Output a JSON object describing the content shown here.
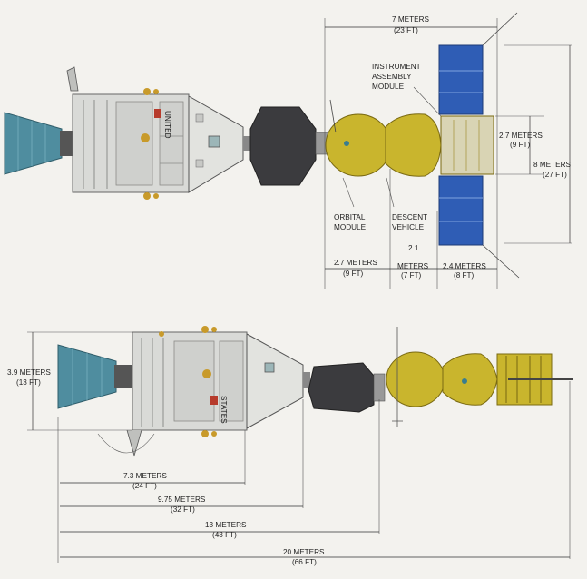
{
  "labels": {
    "top_total_width_m": "7 METERS",
    "top_total_width_ft": "(23 FT)",
    "instrument_line1": "INSTRUMENT",
    "instrument_line2": "ASSEMBLY",
    "instrument_line3": "MODULE",
    "body_dia_m": "2.7 METERS",
    "body_dia_ft": "(9 FT)",
    "span_m": "8 METERS",
    "span_ft": "(27 FT)",
    "orbital_line1": "ORBITAL",
    "orbital_line2": "MODULE",
    "descent_line1": "DESCENT",
    "descent_line2": "VEHICLE",
    "seg1_m": "2.7 METERS",
    "seg1_ft": "(9 FT)",
    "seg2_m1": "2.1",
    "seg2_m2": "METERS",
    "seg2_ft": "(7 FT)",
    "seg3_m": "2.4 METERS",
    "seg3_ft": "(8 FT)",
    "apollo_dia_m": "3.9 METERS",
    "apollo_dia_ft": "(13 FT)",
    "len1_m": "7.3 METERS",
    "len1_ft": "(24 FT)",
    "len2_m": "9.75 METERS",
    "len2_ft": "(32 FT)",
    "len3_m": "13 METERS",
    "len3_ft": "(43 FT)",
    "len4_m": "20 METERS",
    "len4_ft": "(66 FT)",
    "decal_line1": "UNITED",
    "decal_line2": "STATES"
  },
  "colors": {
    "background": "#f3f2ee",
    "apollo_body": "#d9dad7",
    "engine_bell": "#4f8d9f",
    "docking_module": "#3b3b3e",
    "soyuz_body": "#c9b52d",
    "solar_panel": "#2f5db5",
    "gold_fitting": "#c89a2a"
  }
}
